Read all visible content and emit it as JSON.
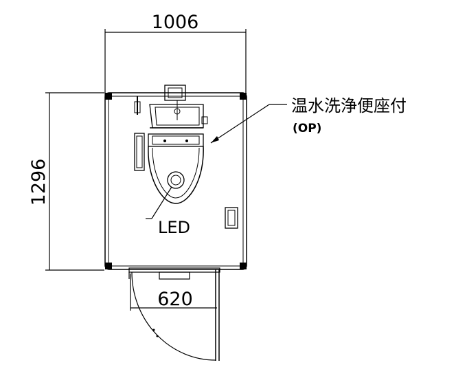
{
  "dimensions": {
    "width": "1006",
    "depth": "1296",
    "door_width": "620"
  },
  "labels": {
    "bidet_seat": "温水洗浄便座付",
    "bidet_option": "(OP)",
    "led": "LED"
  }
}
